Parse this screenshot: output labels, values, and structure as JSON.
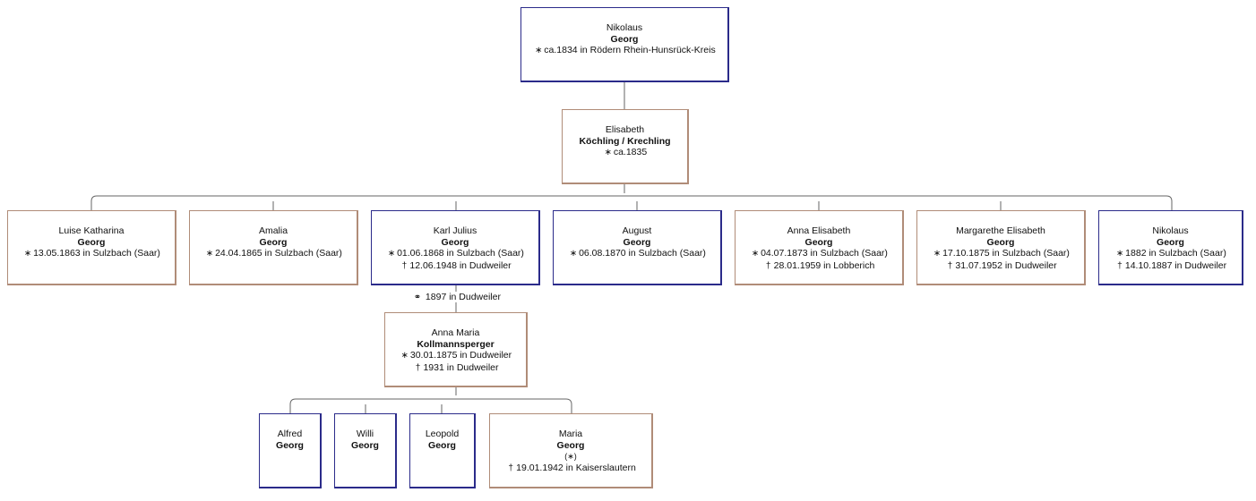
{
  "symbols": {
    "birth": "∗",
    "death": "†",
    "marriage": "⚭",
    "unknown": "(∗)"
  },
  "root": {
    "given": "Nikolaus",
    "surname": "Georg",
    "birth": "ca.1834 in Rödern Rhein-Hunsrück-Kreis"
  },
  "spouse": {
    "given": "Elisabeth",
    "surname": "Köchling / Krechling",
    "birth": "ca.1835"
  },
  "children": [
    {
      "given": "Luise Katharina",
      "surname": "Georg",
      "birth": "13.05.1863 in Sulzbach (Saar)"
    },
    {
      "given": "Amalia",
      "surname": "Georg",
      "birth": "24.04.1865 in Sulzbach (Saar)"
    },
    {
      "given": "Karl Julius",
      "surname": "Georg",
      "birth": "01.06.1868 in Sulzbach (Saar)",
      "death": "12.06.1948 in Dudweiler"
    },
    {
      "given": "August",
      "surname": "Georg",
      "birth": "06.08.1870 in Sulzbach (Saar)"
    },
    {
      "given": "Anna Elisabeth",
      "surname": "Georg",
      "birth": "04.07.1873 in Sulzbach (Saar)",
      "death": "28.01.1959 in Lobberich"
    },
    {
      "given": "Margarethe Elisabeth",
      "surname": "Georg",
      "birth": "17.10.1875 in Sulzbach (Saar)",
      "death": "31.07.1952 in Dudweiler"
    },
    {
      "given": "Nikolaus",
      "surname": "Georg",
      "birth": "1882 in Sulzbach (Saar)",
      "death": "14.10.1887 in Dudweiler"
    }
  ],
  "marriage_label": "1897 in Dudweiler",
  "karl_spouse": {
    "given": "Anna Maria",
    "surname": "Kollmannsperger",
    "birth": "30.01.1875 in Dudweiler",
    "death": "1931 in Dudweiler"
  },
  "grandchildren": [
    {
      "given": "Alfred",
      "surname": "Georg"
    },
    {
      "given": "Willi",
      "surname": "Georg"
    },
    {
      "given": "Leopold",
      "surname": "Georg"
    },
    {
      "given": "Maria",
      "surname": "Georg",
      "death": "19.01.1942 in Kaiserslautern"
    }
  ],
  "colors": {
    "male_border": "#2b2b8a",
    "female_border": "#b08c78",
    "connector": "#666666"
  }
}
